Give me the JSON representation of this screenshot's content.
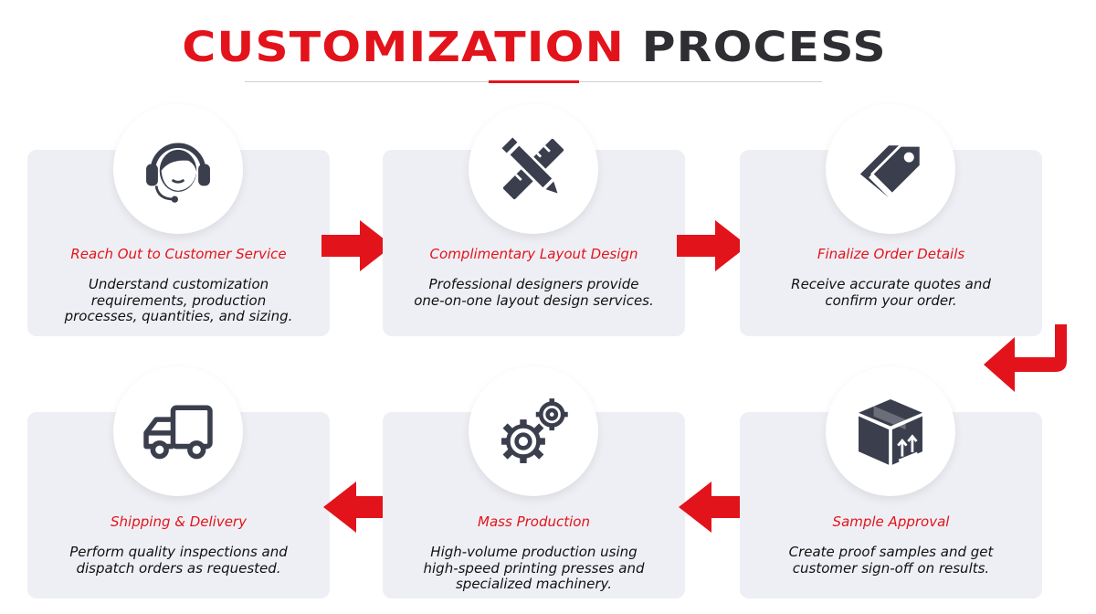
{
  "title": {
    "part1": "CUSTOMIZATION",
    "part2": "PROCESS"
  },
  "colors": {
    "accent": "#e3131b",
    "dark": "#3a3e4d",
    "card": "#eeeff4"
  },
  "steps": [
    {
      "title": "Reach Out to Customer Service",
      "desc": "Understand customization\nrequirements, production\nprocesses, quantities, and sizing.",
      "icon": "headset-operator-icon"
    },
    {
      "title": "Complimentary Layout Design",
      "desc": "Professional designers provide\none-on-one layout design services.",
      "icon": "ruler-pencil-icon"
    },
    {
      "title": "Finalize Order Details",
      "desc": "Receive accurate quotes and\nconfirm your order.",
      "icon": "price-tag-icon"
    },
    {
      "title": "Sample Approval",
      "desc": "Create proof samples and get\ncustomer sign-off on results.",
      "icon": "package-box-icon"
    },
    {
      "title": "Mass Production",
      "desc": "High-volume production using\nhigh-speed printing presses and\nspecialized machinery.",
      "icon": "gears-icon"
    },
    {
      "title": "Shipping & Delivery",
      "desc": "Perform quality inspections and\ndispatch orders as requested.",
      "icon": "delivery-truck-icon"
    }
  ]
}
